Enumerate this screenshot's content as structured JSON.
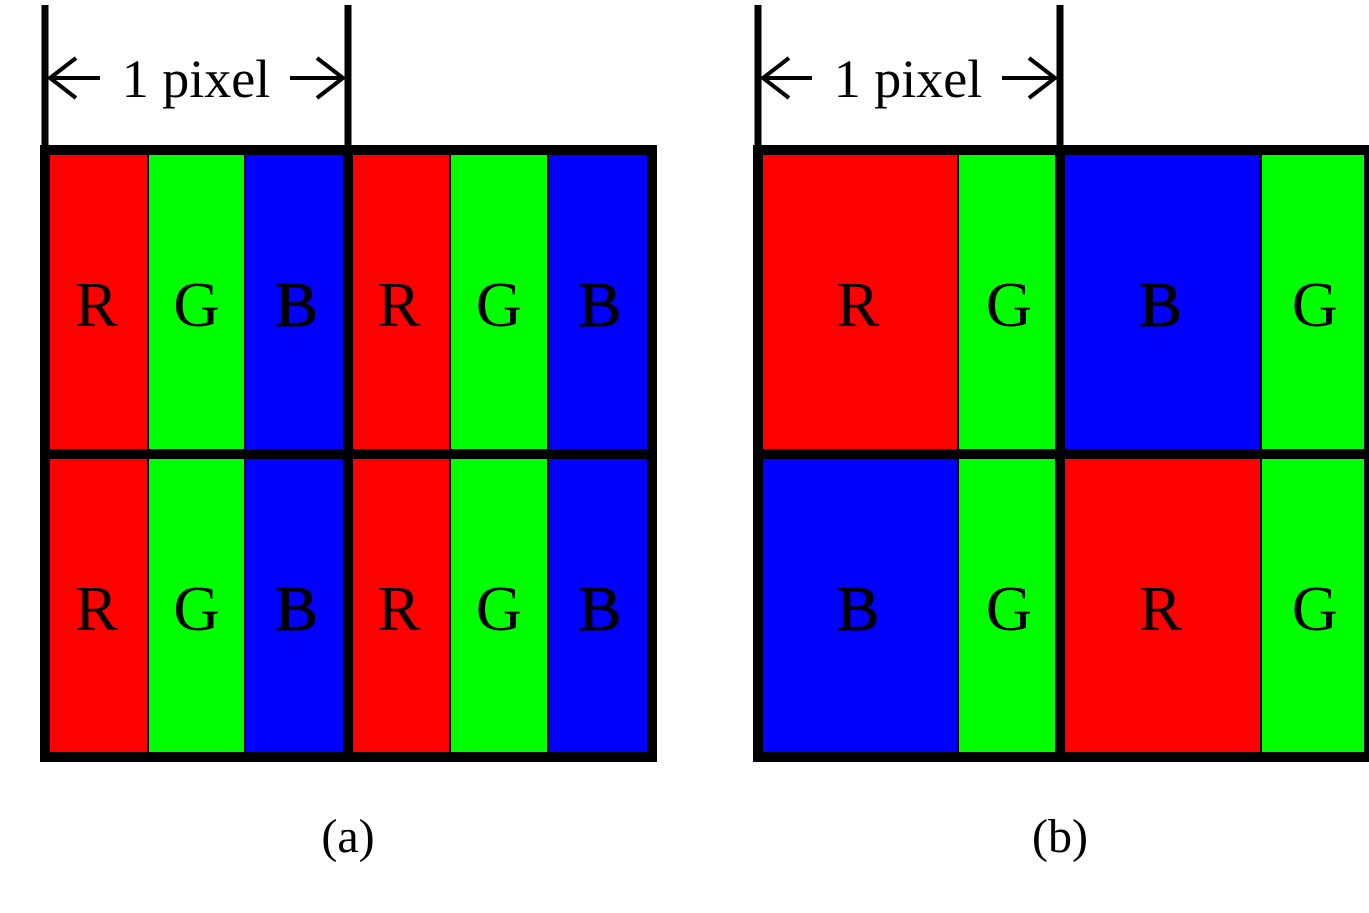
{
  "colors": {
    "red": "#ff0000",
    "green": "#00ff00",
    "blue": "#0000ff",
    "border": "#000000"
  },
  "panels": [
    {
      "id": "a",
      "caption": "(a)",
      "dimension_label": "1 pixel",
      "rows": [
        [
          {
            "label": "R",
            "color": "red"
          },
          {
            "label": "G",
            "color": "green"
          },
          {
            "label": "B",
            "color": "blue"
          },
          {
            "label": "R",
            "color": "red"
          },
          {
            "label": "G",
            "color": "green"
          },
          {
            "label": "B",
            "color": "blue"
          }
        ],
        [
          {
            "label": "R",
            "color": "red"
          },
          {
            "label": "G",
            "color": "green"
          },
          {
            "label": "B",
            "color": "blue"
          },
          {
            "label": "R",
            "color": "red"
          },
          {
            "label": "G",
            "color": "green"
          },
          {
            "label": "B",
            "color": "blue"
          }
        ]
      ]
    },
    {
      "id": "b",
      "caption": "(b)",
      "dimension_label": "1 pixel",
      "rows": [
        [
          {
            "label": "R",
            "color": "red"
          },
          {
            "label": "G",
            "color": "green"
          },
          {
            "label": "B",
            "color": "blue"
          },
          {
            "label": "G",
            "color": "green"
          }
        ],
        [
          {
            "label": "B",
            "color": "blue"
          },
          {
            "label": "G",
            "color": "green"
          },
          {
            "label": "R",
            "color": "red"
          },
          {
            "label": "G",
            "color": "green"
          }
        ]
      ]
    }
  ]
}
